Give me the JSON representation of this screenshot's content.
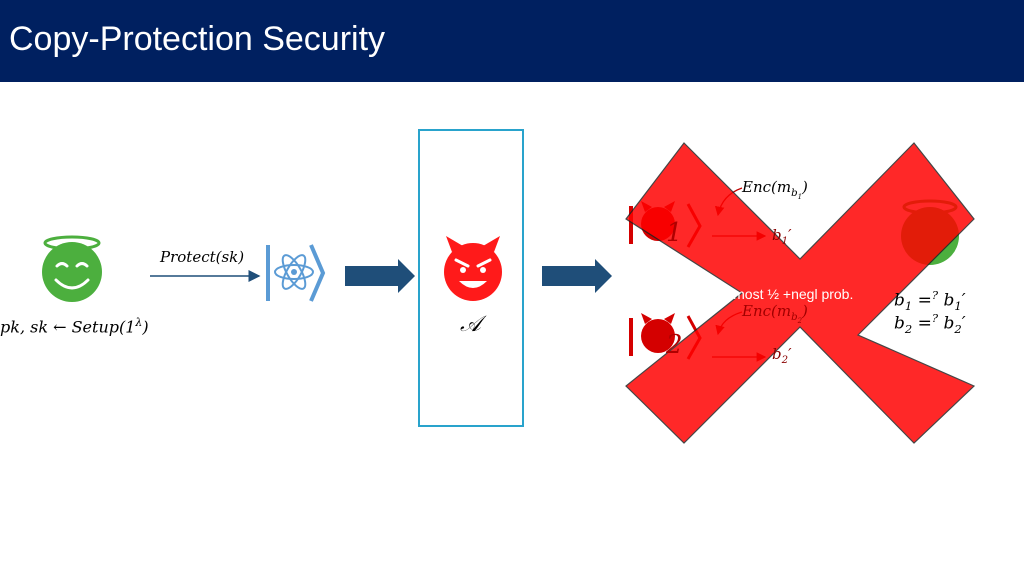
{
  "slide": {
    "title": "Copy-Protection Security"
  },
  "diagram": {
    "setup_label": "pk, sk ← Setup(1",
    "setup_exp": "λ",
    "setup_close": ")",
    "protect_label": "Protect(sk)",
    "adversary_label": "𝒜",
    "enc1_label": "Enc(m",
    "enc1_sub": "b",
    "enc1_subsub": "1",
    "enc1_close": ")",
    "enc2_label": "Enc(m",
    "enc2_sub": "b",
    "enc2_subsub": "2",
    "enc2_close": ")",
    "ket1_sub": "1",
    "ket2_sub": "2",
    "out1": "b",
    "out1_sub": "1",
    "out1_prime": "′",
    "out2": "b",
    "out2_sub": "2",
    "out2_prime": "′",
    "check1_lhs": "b",
    "check1_lhs_sub": "1",
    "check1_eq": " =",
    "check1_q": "?",
    "check1_rhs": " b",
    "check1_rhs_sub": "1",
    "check1_rhs_prime": "′",
    "check2_lhs": "b",
    "check2_lhs_sub": "2",
    "check2_eq": " =",
    "check2_q": "?",
    "check2_rhs": " b",
    "check2_rhs_sub": "2",
    "check2_rhs_prime": "′",
    "prob_text": "At most ½ +negl prob."
  },
  "colors": {
    "title_bar": "#002060",
    "honest_face": "#4caf3e",
    "devil": "#ff1a1a",
    "cross": "#ff0000",
    "box_border": "#29a3cc",
    "arrow": "#1f4e79",
    "quantum_icon": "#5b9bd5"
  },
  "icons": [
    "halo-smiley-icon",
    "atom-icon",
    "devil-icon",
    "block-arrow-icon",
    "cross-icon"
  ]
}
